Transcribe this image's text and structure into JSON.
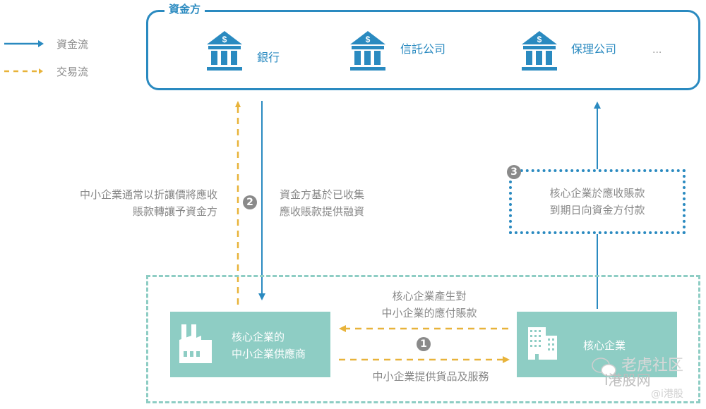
{
  "colors": {
    "funding_flow": "#2a8ac0",
    "trade_flow": "#e8b33a",
    "entity_fill": "#8ecdc4",
    "badge": "#8a8a8a"
  },
  "legend": {
    "funding_flow": "資金流",
    "trade_flow": "交易流"
  },
  "funders": {
    "title": "資金方",
    "institutions": [
      {
        "label": "銀行",
        "icon": "bank-icon"
      },
      {
        "label": "信託公司",
        "icon": "bank-icon"
      },
      {
        "label": "保理公司",
        "icon": "bank-icon"
      }
    ],
    "more": "..."
  },
  "steps": {
    "step1": {
      "badge": "1",
      "upper_note_line1": "核心企業產生對",
      "upper_note_line2": "中小企業的應付賬款",
      "lower_note": "中小企業提供貨品及服務"
    },
    "step2": {
      "badge": "2",
      "left_note_line1": "中小企業通常以折讓價將應收",
      "left_note_line2": "賬款轉讓予資金方",
      "right_note_line1": "資金方基於已收集",
      "right_note_line2": "應收賬款提供融資"
    },
    "step3": {
      "badge": "3",
      "note_line1": "核心企業於應收賬款",
      "note_line2": "到期日向資金方付款"
    }
  },
  "entities": {
    "supplier": {
      "line1": "核心企業的",
      "line2": "中小企業供應商",
      "icon": "factory-icon"
    },
    "core": {
      "label": "核心企業",
      "icon": "office-building-icon"
    }
  },
  "watermark": {
    "line1": "老虎社区",
    "line2": "i港股网",
    "line3": "@i港股"
  }
}
